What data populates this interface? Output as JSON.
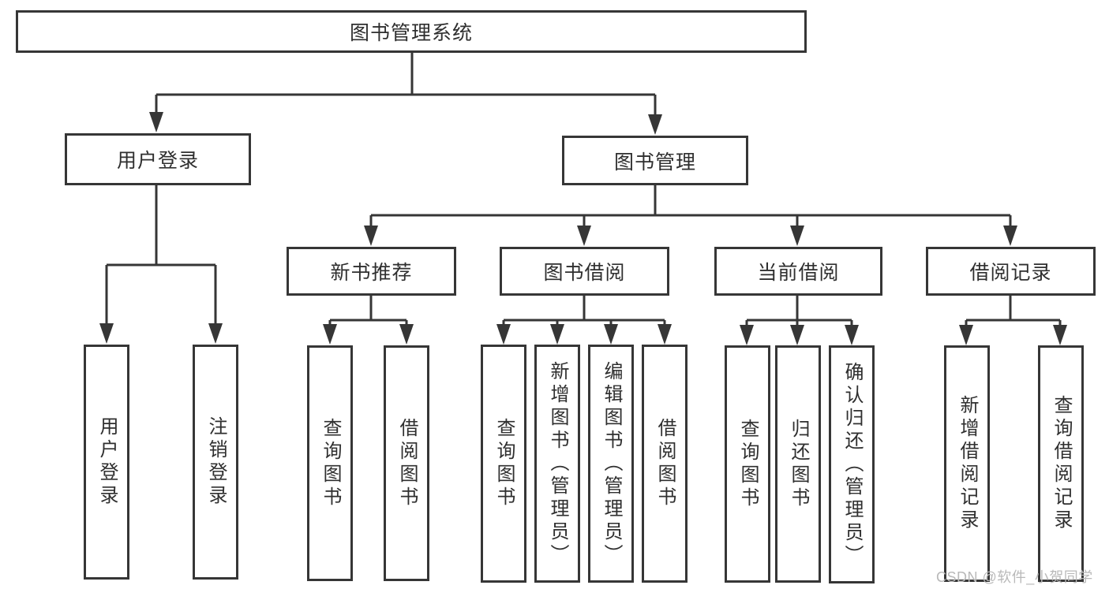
{
  "diagram": {
    "title": "图书管理系统",
    "level2": {
      "user_login": "用户登录",
      "book_management": "图书管理"
    },
    "level3": {
      "new_books": "新书推荐",
      "borrowing": "图书借阅",
      "current_borrowing": "当前借阅",
      "borrow_records": "借阅记录"
    },
    "leaves": {
      "user_login": [
        "用户登录",
        "注销登录"
      ],
      "new_books": [
        "查询图书",
        "借阅图书"
      ],
      "borrowing": [
        "查询图书",
        "新增图书（管理员）",
        "编辑图书（管理员）",
        "借阅图书"
      ],
      "current_borrowing": [
        "查询图书",
        "归还图书",
        "确认归还（管理员）"
      ],
      "borrow_records": [
        "新增借阅记录",
        "查询借阅记录"
      ]
    },
    "colors": {
      "line": "#363636",
      "text": "#2f2f2f",
      "watermark": "#b9b9b9",
      "background": "#ffffff"
    }
  },
  "watermark": {
    "text": "CSDN @软件_小贺同学"
  }
}
